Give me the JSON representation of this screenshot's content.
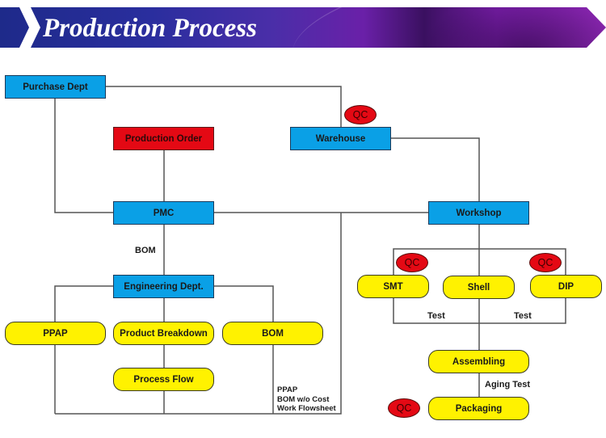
{
  "header": {
    "title": "Production Process",
    "icon": "chevron-right-icon"
  },
  "colors": {
    "blue_box": "#0aa0e6",
    "red_box": "#e40914",
    "yellow_box": "#fff200",
    "qc_badge": "#e40914",
    "line": "#555555"
  },
  "nodes": {
    "purchase_dept": "Purchase Dept",
    "production_order": "Production Order",
    "warehouse": "Warehouse",
    "pmc": "PMC",
    "workshop": "Workshop",
    "engineering_dept": "Engineering Dept.",
    "ppap": "PPAP",
    "product_breakdown": "Product Breakdown",
    "bom": "BOM",
    "process_flow": "Process Flow",
    "smt": "SMT",
    "shell": "Shell",
    "dip": "DIP",
    "assembling": "Assembling",
    "packaging": "Packaging"
  },
  "badges": {
    "qc": "QC"
  },
  "labels": {
    "bom_edge": "BOM",
    "test_left": "Test",
    "test_right": "Test",
    "aging_test": "Aging Test"
  },
  "notes": [
    "PPAP",
    "BOM w/o Cost",
    "Work Flowsheet"
  ]
}
